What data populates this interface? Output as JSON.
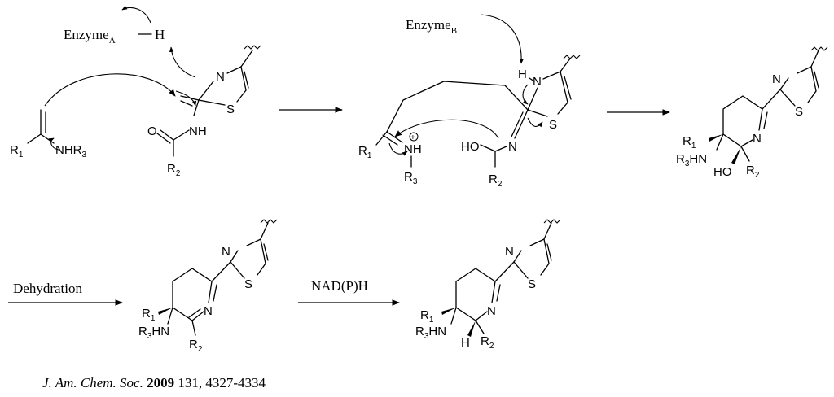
{
  "scheme": {
    "enzyme_a": "Enzyme",
    "enzyme_a_sub": "A",
    "enzyme_b": "Enzyme",
    "enzyme_b_sub": "B",
    "hydrogen": "H",
    "dehydration_label": "Dehydration",
    "reductant_label": "NAD(P)H",
    "atoms": {
      "n": "N",
      "s": "S",
      "nh": "NH",
      "o": "O",
      "ho": "HO",
      "h": "H",
      "r": "R",
      "sub1": "1",
      "sub2": "2",
      "sub3": "3",
      "nhr": "NHR",
      "hn": "HN",
      "plus": "+"
    },
    "citation": {
      "journal": "J. Am. Chem. Soc.",
      "year": "2009",
      "rest": "131, 4327-4334"
    }
  }
}
